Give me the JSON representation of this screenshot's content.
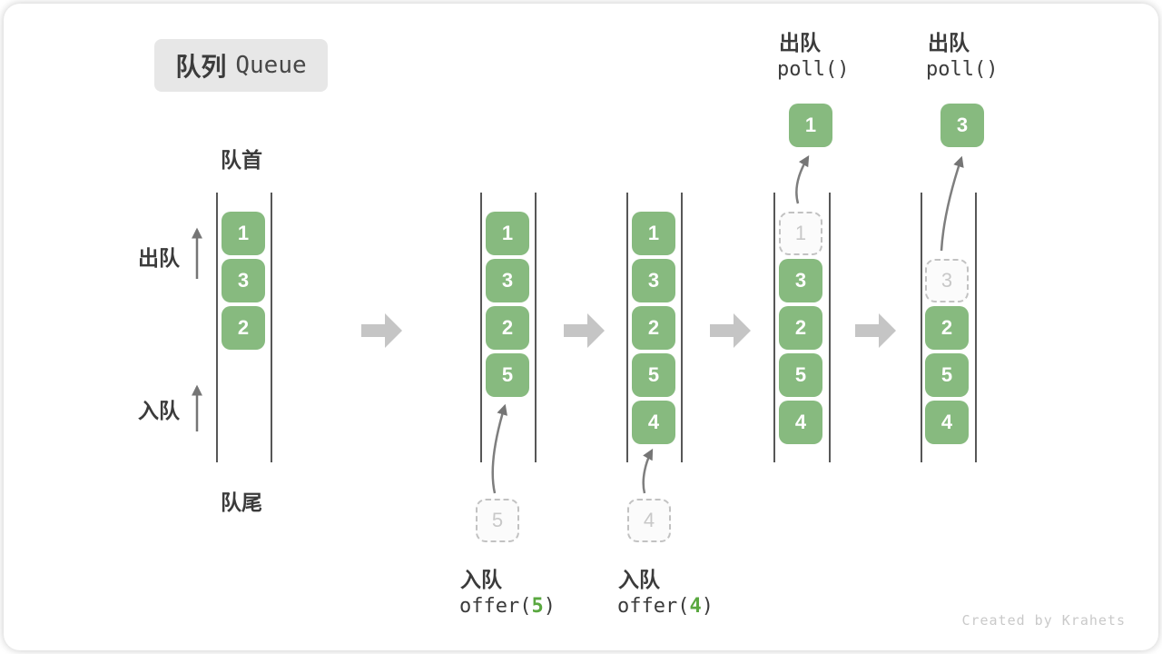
{
  "title": {
    "zh": "队列",
    "en": "Queue"
  },
  "labels": {
    "front": "队首",
    "rear": "队尾",
    "dequeue": "出队",
    "enqueue": "入队"
  },
  "watermark": "Created by Krahets",
  "colors": {
    "item_green": "#87ba7f",
    "code_arg_green": "#5aa840",
    "flow_arrow_gray": "#c5c5c5",
    "thin_arrow_gray": "#757575",
    "ghost_gray": "#c8c8c8",
    "title_bg": "#e7e7e7"
  },
  "columns": [
    {
      "name": "state-initial",
      "items": [
        "1",
        "3",
        "2"
      ]
    },
    {
      "name": "state-after-offer-5",
      "items": [
        "1",
        "3",
        "2",
        "5"
      ],
      "pending": "5",
      "op": {
        "zh": "入队",
        "fn": "offer(",
        "arg": "5",
        "close": ")"
      }
    },
    {
      "name": "state-after-offer-4",
      "items": [
        "1",
        "3",
        "2",
        "5",
        "4"
      ],
      "pending": "4",
      "op": {
        "zh": "入队",
        "fn": "offer(",
        "arg": "4",
        "close": ")"
      }
    },
    {
      "name": "state-after-poll-1",
      "items": [
        "3",
        "2",
        "5",
        "4"
      ],
      "ghost": "1",
      "popped": "1",
      "op": {
        "zh": "出队",
        "fn": "poll()"
      }
    },
    {
      "name": "state-after-poll-3",
      "items": [
        "2",
        "5",
        "4"
      ],
      "ghost": "3",
      "popped": "3",
      "op": {
        "zh": "出队",
        "fn": "poll()"
      }
    }
  ]
}
